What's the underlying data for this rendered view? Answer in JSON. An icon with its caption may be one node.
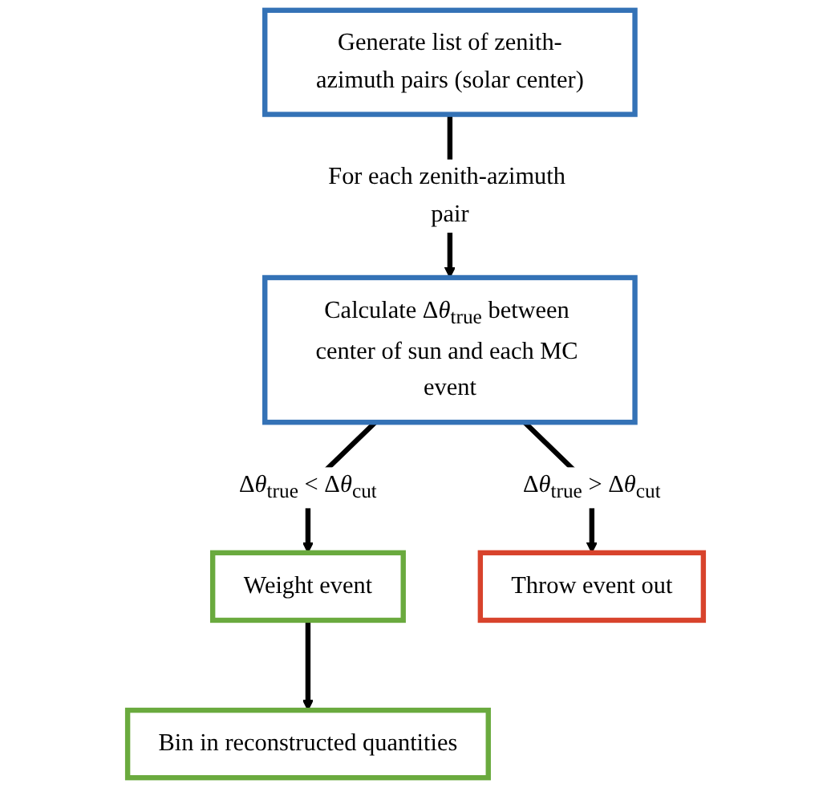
{
  "diagram": {
    "nodes": [
      {
        "text": [
          "Generate list of zenith-azimuth pairs (solar center)"
        ]
      },
      {
        "text": [
          "Calculate Δθ$_{true}$ between center of sun and each MC event"
        ]
      },
      {
        "text": [
          "Weight event"
        ]
      },
      {
        "text": [
          "Throw event out"
        ]
      },
      {
        "text": [
          "Bin in reconstructed quantities"
        ]
      }
    ],
    "edges": [
      {
        "from": 0,
        "to": 1,
        "arrow": "to",
        "label": "For each zenith-azimuth pair"
      },
      {
        "from": 1,
        "to": 2,
        "arrow": "to",
        "label": "Δθ$_{true}$ < Δθ$_{cut}$"
      },
      {
        "from": 1,
        "to": 3,
        "arrow": "to",
        "label": "Δθ$_{true}$ > Δθ$_{cut}$"
      },
      {
        "from": 2,
        "to": 4,
        "arrow": "to"
      }
    ]
  }
}
